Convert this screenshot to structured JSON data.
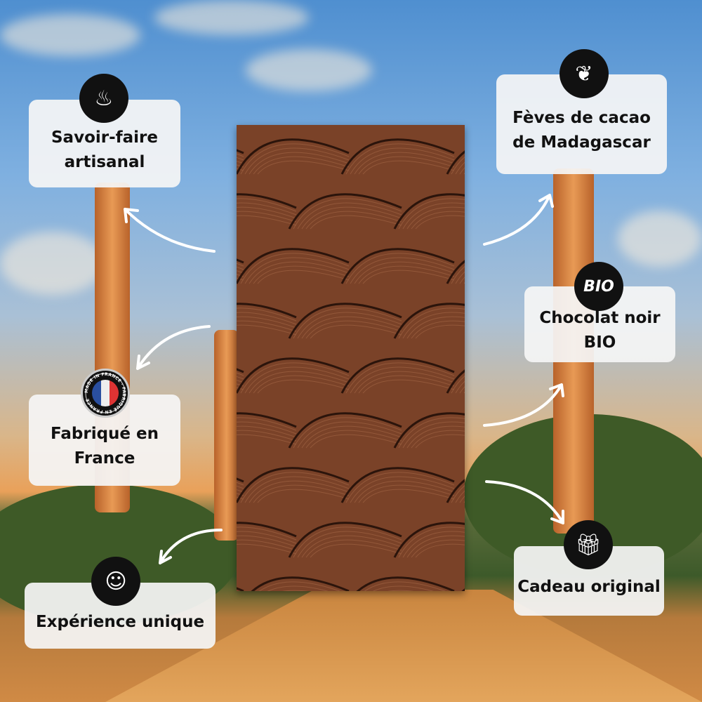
{
  "features": [
    {
      "label": "Savoir-faire artisanal",
      "line1": "Savoir-faire",
      "line2": "artisanal",
      "icon": "chef-hat-icon"
    },
    {
      "label": "Fèves de cacao de Madagascar",
      "line1": "Fèves de cacao",
      "line2": "de Madagascar",
      "icon": "leaf-icon"
    },
    {
      "label": "Chocolat noir BIO",
      "line1": "Chocolat noir",
      "line2": "BIO",
      "icon": "bio-icon",
      "icon_text": "BIO"
    },
    {
      "label": "Fabriqué en France",
      "line1": "Fabriqué en",
      "line2": "France",
      "icon": "made-in-france-badge-icon",
      "badge_text": "MADE IN FRANCE · FABRIQUÉ EN FRANCE"
    },
    {
      "label": "Cadeau original",
      "line1": "Cadeau original",
      "icon": "gift-icon"
    },
    {
      "label": "Expérience unique",
      "line1": "Expérience unique",
      "icon": "tongue-mouth-icon"
    }
  ],
  "colors": {
    "card": "#f5f5f5",
    "icon_bg": "#111111",
    "chocolate": "#7a4228"
  }
}
